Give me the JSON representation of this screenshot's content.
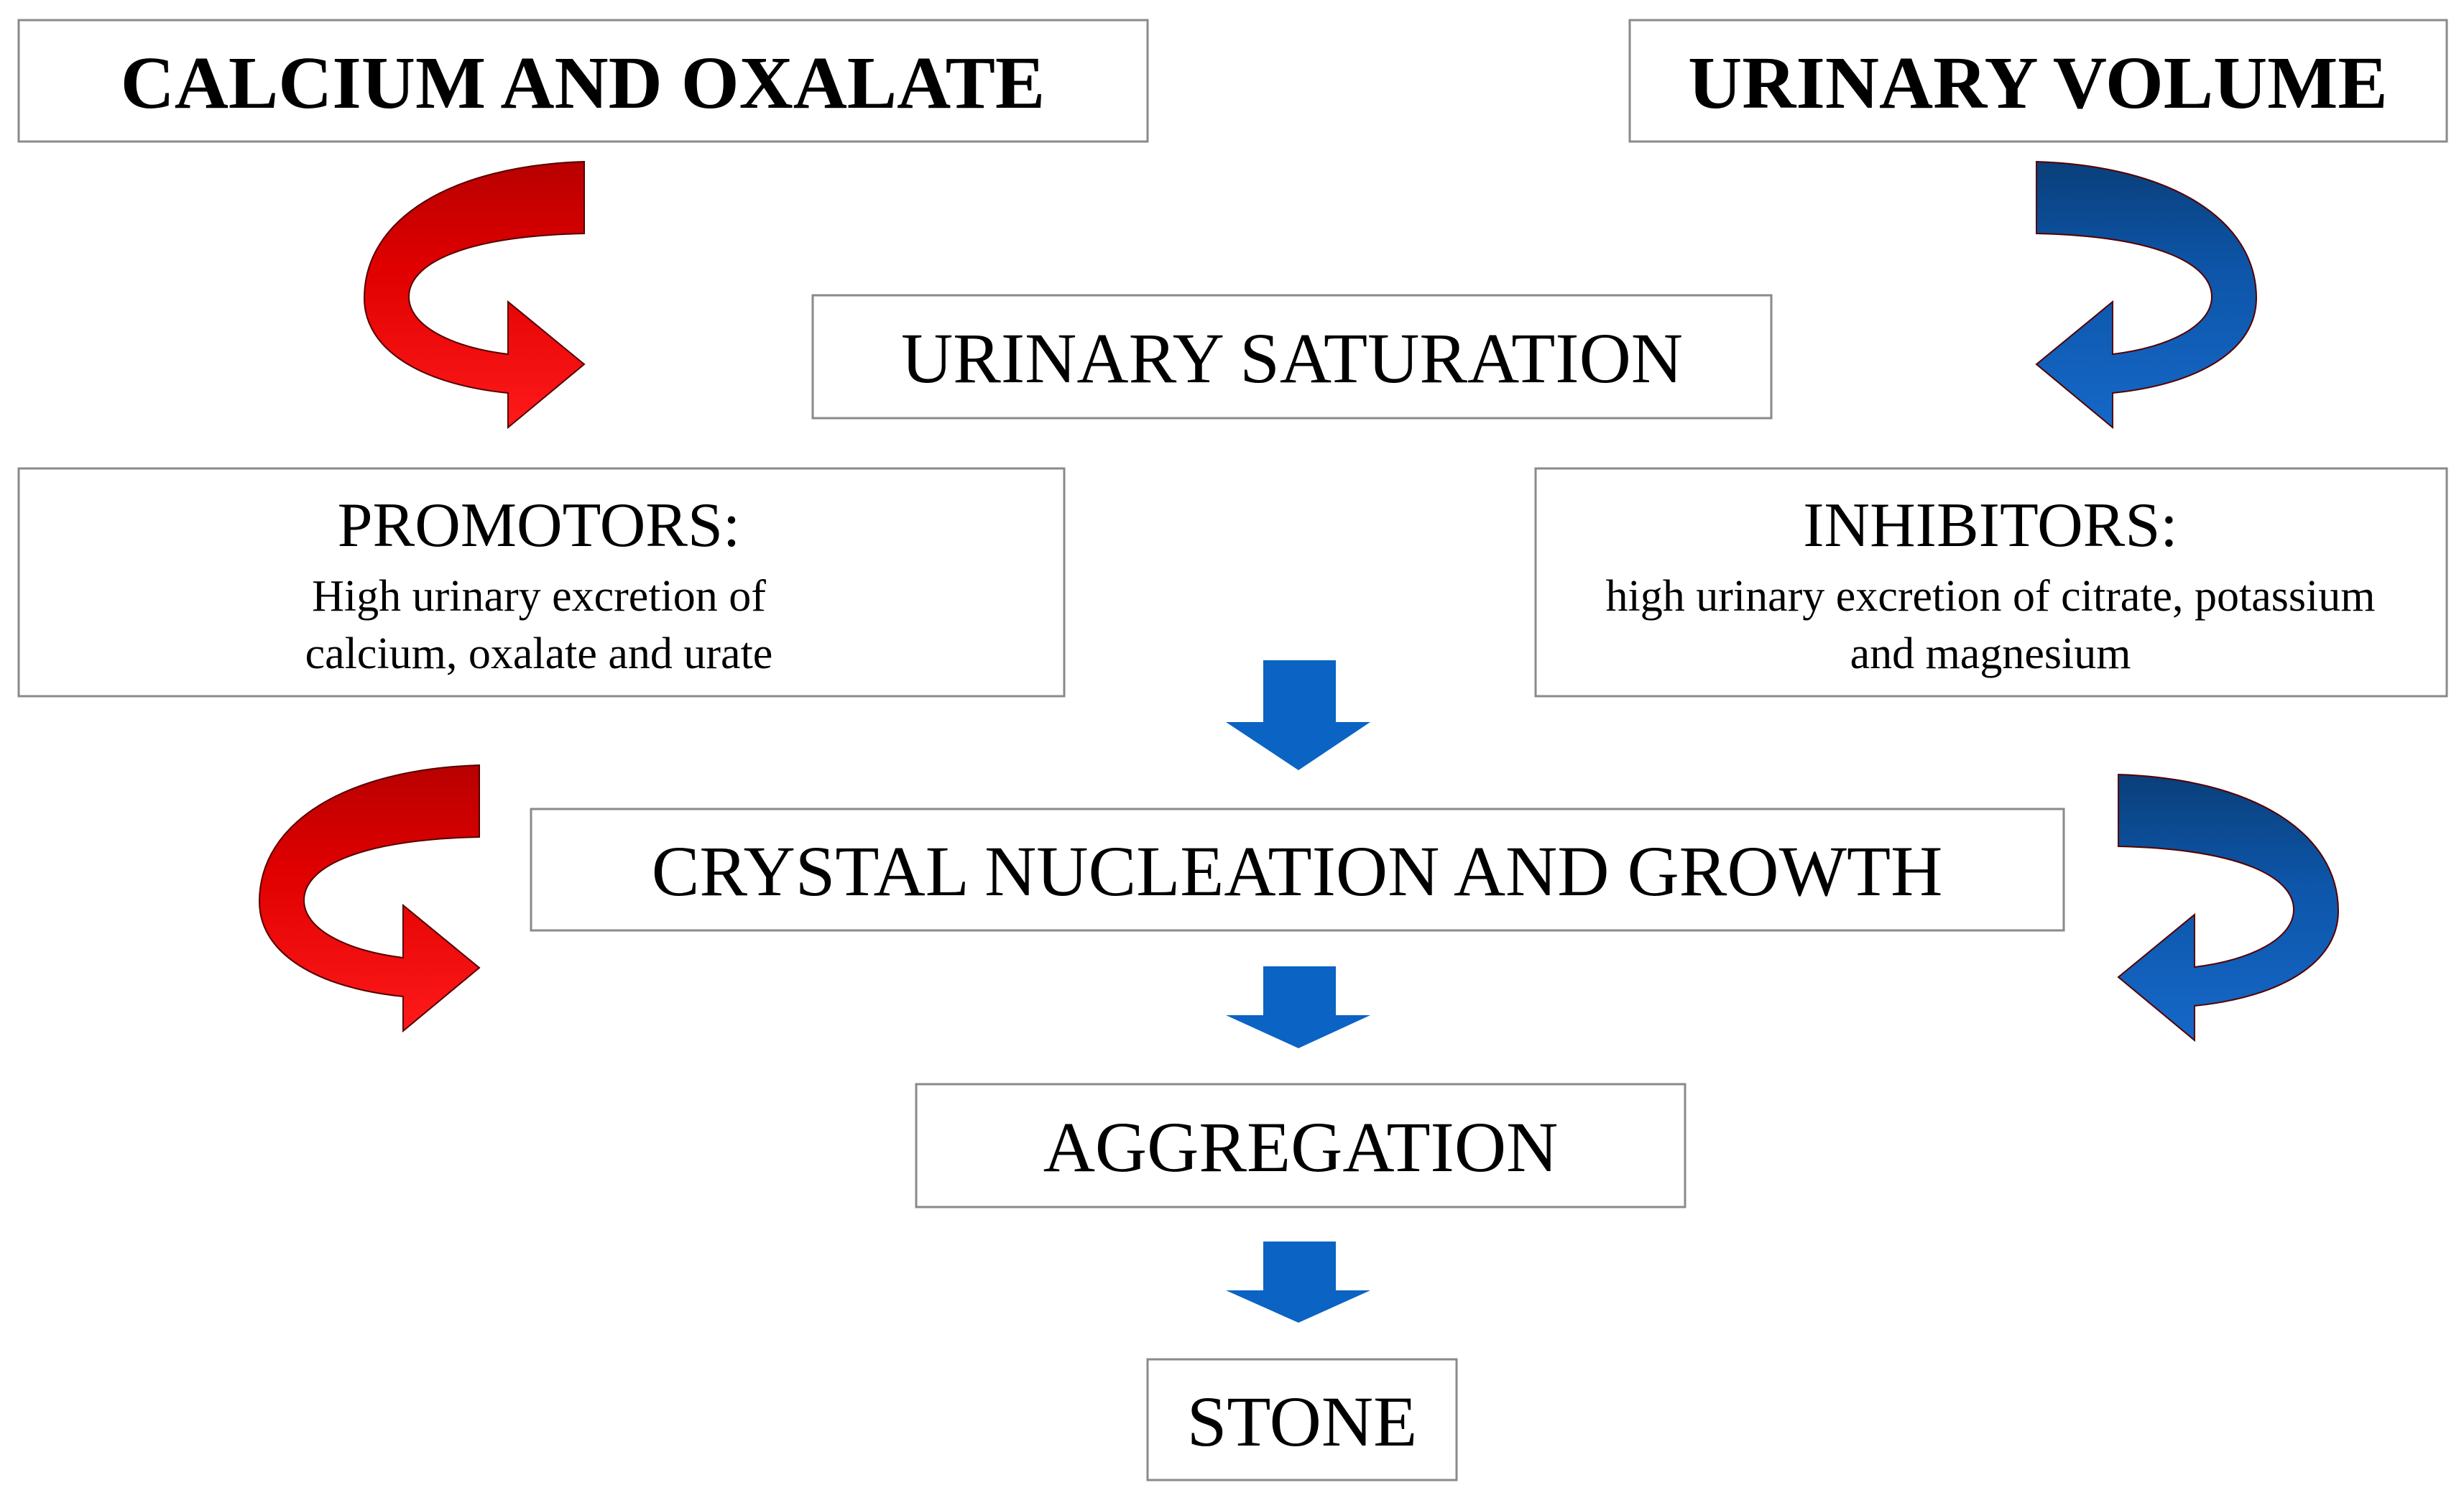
{
  "top_left": {
    "label": "CALCIUM AND OXALATE"
  },
  "top_right": {
    "label": "URINARY VOLUME"
  },
  "saturation": {
    "label": "URINARY SATURATION"
  },
  "promotors": {
    "title": "PROMOTORS:",
    "lines": [
      "High urinary excretion of",
      "calcium, oxalate and urate"
    ]
  },
  "inhibitors": {
    "title": "INHIBITORS:",
    "lines": [
      "high urinary excretion of citrate, potassium",
      "and magnesium"
    ]
  },
  "nucleation": {
    "label": "CRYSTAL NUCLEATION AND GROWTH"
  },
  "aggregation": {
    "label": "AGGREGATION"
  },
  "stone": {
    "label": "STONE"
  },
  "colors": {
    "promote": "#ff0000",
    "promote_dark": "#c00000",
    "inhibit": "#1565c0",
    "inhibit_dark": "#0b4a8c",
    "flow": "#0b63c4"
  }
}
